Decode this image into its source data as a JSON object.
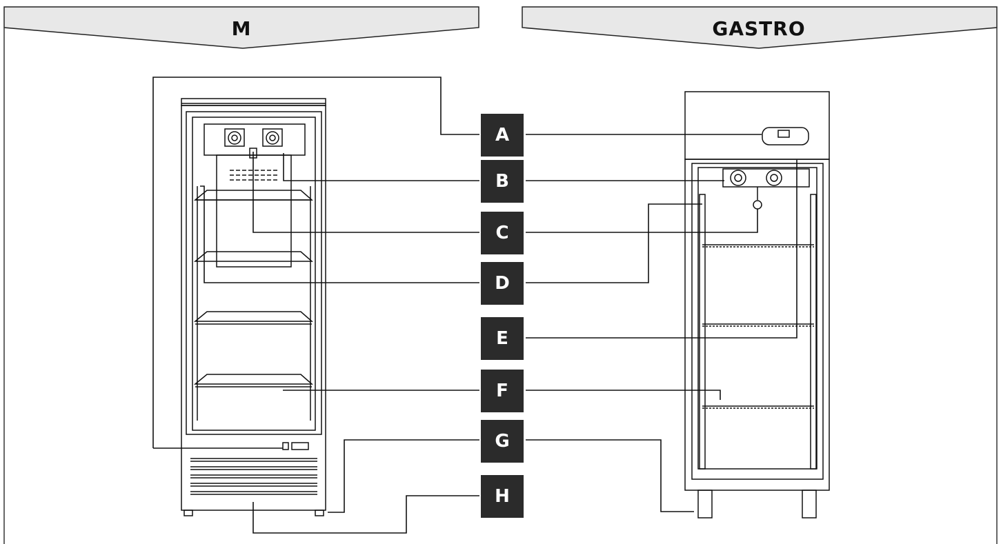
{
  "headers": {
    "left": "M",
    "right": "GASTRO"
  },
  "labels": [
    "A",
    "B",
    "C",
    "D",
    "E",
    "F",
    "G",
    "H"
  ],
  "colors": {
    "header_fill": "#e8e8e8",
    "badge_fill": "#2b2b2b",
    "line": "#111111"
  }
}
